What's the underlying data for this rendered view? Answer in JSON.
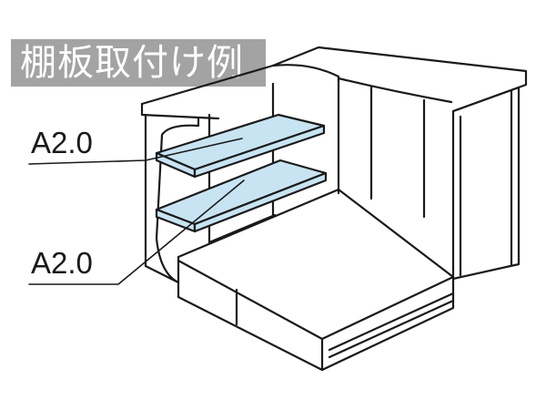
{
  "title": "棚板取付け例",
  "callouts": [
    "A2.0",
    "A2.0"
  ],
  "colors": {
    "title_bg": "#a3a3a3",
    "title_text": "#ffffff",
    "shelf_fill": "#c8e4f3",
    "line": "#1a1a1a"
  }
}
